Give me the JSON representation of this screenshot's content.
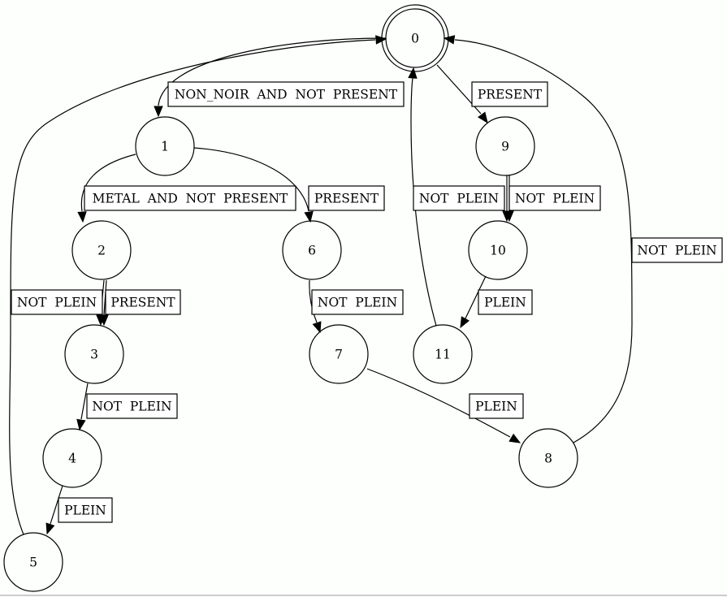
{
  "diagram": {
    "nodes": [
      {
        "id": "0",
        "label": "0",
        "accepting": true
      },
      {
        "id": "1",
        "label": "1",
        "accepting": false
      },
      {
        "id": "2",
        "label": "2",
        "accepting": false
      },
      {
        "id": "3",
        "label": "3",
        "accepting": false
      },
      {
        "id": "4",
        "label": "4",
        "accepting": false
      },
      {
        "id": "5",
        "label": "5",
        "accepting": false
      },
      {
        "id": "6",
        "label": "6",
        "accepting": false
      },
      {
        "id": "7",
        "label": "7",
        "accepting": false
      },
      {
        "id": "8",
        "label": "8",
        "accepting": false
      },
      {
        "id": "9",
        "label": "9",
        "accepting": false
      },
      {
        "id": "10",
        "label": "10",
        "accepting": false
      },
      {
        "id": "11",
        "label": "11",
        "accepting": false
      }
    ],
    "edges": [
      {
        "id": "e0-1",
        "from": "0",
        "to": "1",
        "label": "NON_NOIR  AND  NOT  PRESENT"
      },
      {
        "id": "e0-9",
        "from": "0",
        "to": "9",
        "label": "PRESENT"
      },
      {
        "id": "e1-2",
        "from": "1",
        "to": "2",
        "label": "METAL  AND  NOT  PRESENT"
      },
      {
        "id": "e1-6",
        "from": "1",
        "to": "6",
        "label": "PRESENT"
      },
      {
        "id": "e2-3a",
        "from": "2",
        "to": "3",
        "label": "NOT  PLEIN"
      },
      {
        "id": "e2-3b",
        "from": "2",
        "to": "3",
        "label": "PRESENT"
      },
      {
        "id": "e3-4",
        "from": "3",
        "to": "4",
        "label": "NOT  PLEIN"
      },
      {
        "id": "e4-5",
        "from": "4",
        "to": "5",
        "label": "PLEIN"
      },
      {
        "id": "e5-0",
        "from": "5",
        "to": "0",
        "label": ""
      },
      {
        "id": "e6-7",
        "from": "6",
        "to": "7",
        "label": "NOT  PLEIN"
      },
      {
        "id": "e7-8",
        "from": "7",
        "to": "8",
        "label": "PLEIN"
      },
      {
        "id": "e8-0",
        "from": "8",
        "to": "0",
        "label": "NOT  PLEIN"
      },
      {
        "id": "e9-10a",
        "from": "9",
        "to": "10",
        "label": "NOT  PLEIN"
      },
      {
        "id": "e9-10b",
        "from": "9",
        "to": "10",
        "label": "NOT  PLEIN"
      },
      {
        "id": "e10-11",
        "from": "10",
        "to": "11",
        "label": "PLEIN"
      },
      {
        "id": "e11-0",
        "from": "11",
        "to": "0",
        "label": ""
      }
    ]
  }
}
